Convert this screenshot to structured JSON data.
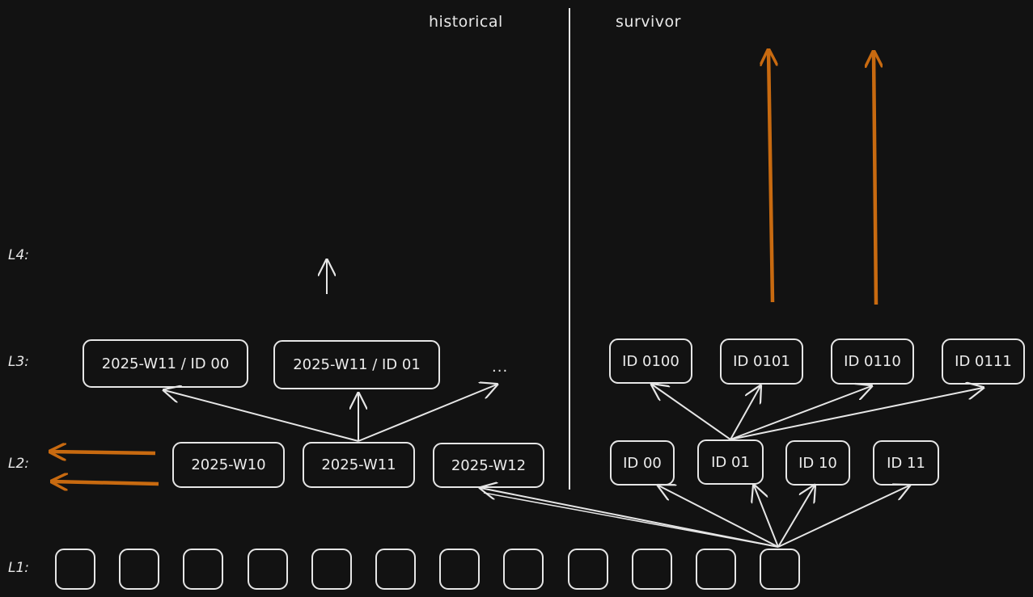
{
  "sections": {
    "left": "historical",
    "right": "survivor"
  },
  "levels": {
    "l4": "L4:",
    "l3": "L3:",
    "l2": "L2:",
    "l1": "L1:"
  },
  "historical": {
    "l3": [
      "2025-W11 / ID 00",
      "2025-W11 / ID 01"
    ],
    "l3_more": "...",
    "l2": [
      "2025-W10",
      "2025-W11",
      "2025-W12"
    ]
  },
  "survivor": {
    "l3": [
      "ID 0100",
      "ID 0101",
      "ID 0110",
      "ID 0111"
    ],
    "l2": [
      "ID 00",
      "ID 01",
      "ID 10",
      "ID 11"
    ]
  },
  "l1_count": 12,
  "colors": {
    "background": "#121212",
    "stroke": "#e6e6e6",
    "accent": "#c86a10"
  }
}
